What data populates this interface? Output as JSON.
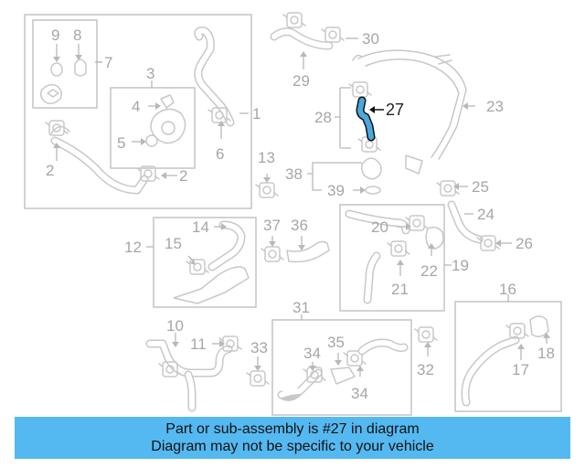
{
  "diagram": {
    "highlighted_part": "27",
    "callouts": [
      "1",
      "2",
      "2",
      "3",
      "4",
      "5",
      "6",
      "7",
      "8",
      "9",
      "10",
      "11",
      "12",
      "13",
      "14",
      "15",
      "16",
      "17",
      "18",
      "19",
      "20",
      "21",
      "22",
      "23",
      "24",
      "25",
      "26",
      "27",
      "28",
      "29",
      "30",
      "31",
      "32",
      "33",
      "34",
      "34",
      "35",
      "36",
      "37",
      "38",
      "39"
    ]
  },
  "banner": {
    "line1": "Part or sub-assembly is #27 in diagram",
    "line2": "Diagram may not be specific to your vehicle"
  },
  "colors": {
    "banner": "#55b9f1",
    "highlight": "#4aa8dc",
    "lines": "#c8c8c8"
  }
}
